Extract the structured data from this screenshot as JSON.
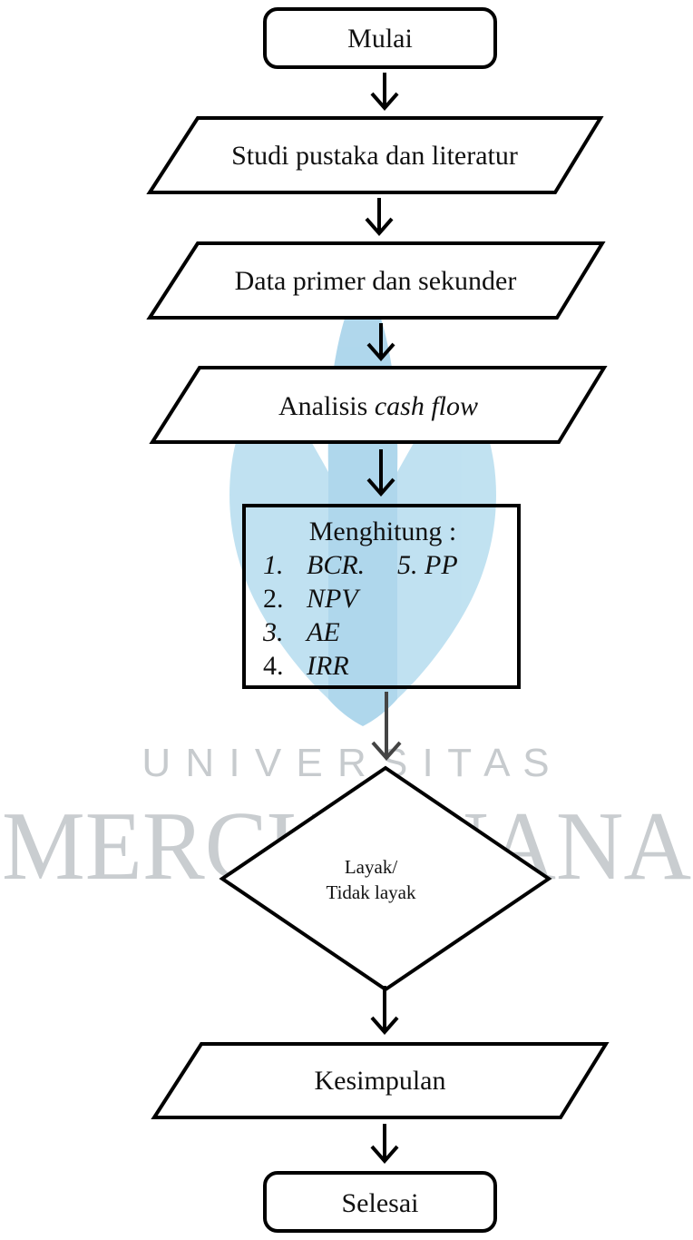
{
  "watermark": {
    "line1": "U N I V E R S I T A S",
    "line2": "MERCU BUANA",
    "color": "#8ecae6",
    "text_color": "#c7cbce"
  },
  "flowchart": {
    "start": "Mulai",
    "studi": "Studi pustaka dan literatur",
    "data": "Data primer dan sekunder",
    "analisis_prefix": "Analisis ",
    "analisis_italic": "cash flow",
    "compute": {
      "title": "Menghitung :",
      "item1_num": "1.",
      "item1": "BCR.",
      "item5": "5. PP",
      "item2_num": "2.",
      "item2": "NPV",
      "item3_num": "3.",
      "item3": "AE",
      "item4_num": "4.",
      "item4": "IRR"
    },
    "decision_line1": "Layak/",
    "decision_line2": "Tidak layak",
    "kesimpulan": "Kesimpulan",
    "end": "Selesai"
  }
}
